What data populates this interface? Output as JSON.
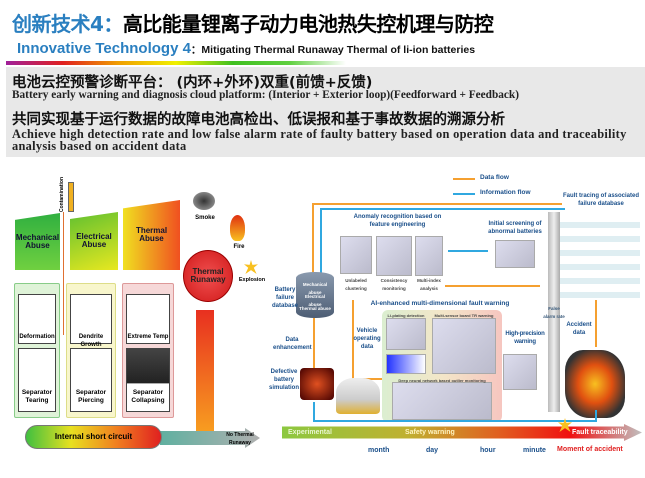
{
  "header": {
    "title_prefix": "创新技术4：",
    "title_main": "高比能量锂离子动力电池热失控机理与防控",
    "subtitle_prefix": "Innovative Technology 4",
    "subtitle_sep": "：",
    "subtitle_main": "Mitigating Thermal Runaway Thermal  of li-ion batteries"
  },
  "summary": {
    "line1_cn": "电池云控预警诊断平台：  (内环+外环)双重(前馈+反馈)",
    "line1_en": "Battery early warning and diagnosis cloud platform: (Interior + Exterior loop)(Feedforward + Feedback)",
    "line2_cn": "共同实现基于运行数据的故障电池高检出、低误报和基于事故数据的溯源分析",
    "line2_en": "Achieve high detection rate and low false alarm rate of faulty battery based on operation data and traceability analysis based on accident data"
  },
  "left": {
    "contamination": "Contamination",
    "mechanical": "Mechanical Abuse",
    "electrical": "Electrical Abuse",
    "thermal": "Thermal Abuse",
    "runaway": "Thermal Runaway",
    "smoke": "Smoke",
    "fire": "Fire",
    "explosion": "Explosion",
    "deformation": "Deformation",
    "dendrite": "Dendrite Growth",
    "extreme": "Extreme Temp",
    "tearing": "Separator Tearing",
    "piercing": "Separator Piercing",
    "collapsing": "Separator Collapsing",
    "isc": "Internal short circuit",
    "no_runaway": "No Thermal Runaway"
  },
  "right": {
    "legend_data": "Data flow",
    "legend_info": "Information flow",
    "fault_tracing": "Fault tracing of associated failure database",
    "anomaly": "Anomaly recognition based on feature engineering",
    "unlabeled": "Unlabeled clustering",
    "consistency": "Consistency monitoring",
    "multi_index": "Multi-index analysis",
    "screening": "Initial screening of abnormal batteries",
    "db": "Battery failure database",
    "db_rows": [
      "Mechanical abuse",
      "Electrical abuse",
      "Thermal abuse"
    ],
    "ai": "AI-enhanced multi-dimensional fault warning",
    "vehicle": "Vehicle operating data",
    "high_precision": "High-precision warning",
    "false_alarm": "False alarm rate",
    "accident_data": "Accident data",
    "data_enh": "Data enhancement",
    "defective": "Defective battery simulation",
    "li_plating": "Li-plating detection",
    "multi_sensor": "Multi-sensor board TR warning",
    "deep_nn": "Deep neural network based outlier monitoring",
    "colors": {
      "data_flow": "#f5a030",
      "info_flow": "#30a8e0"
    }
  },
  "timeline": {
    "experimental": "Experimental",
    "safety": "Safety warning",
    "fault_trace": "Fault traceability",
    "ticks": [
      "month",
      "day",
      "hour",
      "minute"
    ],
    "moment": "Moment of accident"
  }
}
